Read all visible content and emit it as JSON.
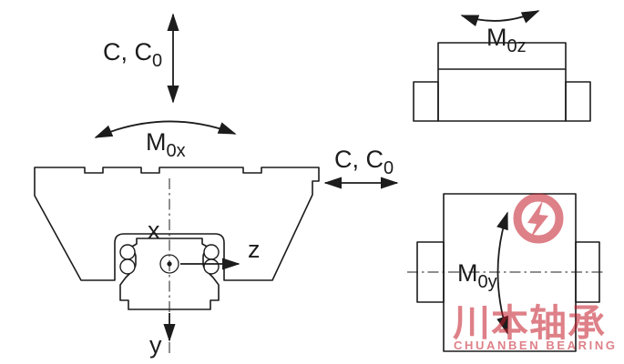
{
  "colors": {
    "background": "#ffffff",
    "line": "#1c1c1c",
    "watermark": "#c41927",
    "ball_fill": "#ffffff"
  },
  "labels": {
    "c_c0": {
      "main": "C, C",
      "sub": "0"
    },
    "m0x": {
      "main": "M",
      "sub": "0x"
    },
    "m0y": {
      "main": "M",
      "sub": "0y"
    },
    "m0z": {
      "main": "M",
      "sub": "0z"
    },
    "axis_x": "x",
    "axis_y": "y",
    "axis_z": "z"
  },
  "watermark": {
    "cjk": "川本轴承",
    "latin": "CHUANBEN BEARING",
    "logo": "chuanben-logo"
  }
}
